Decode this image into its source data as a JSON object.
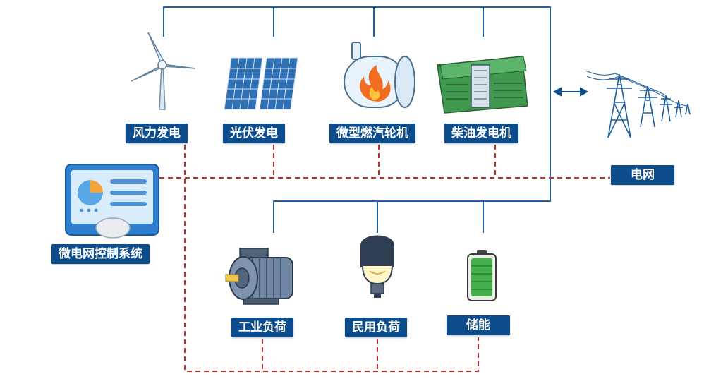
{
  "nodes": {
    "wind": "风力发电",
    "solar": "光伏发电",
    "turbine": "微型燃汽轮机",
    "diesel": "柴油发电机",
    "grid": "电网",
    "controller": "微电网控制系统",
    "industrial": "工业负荷",
    "residential": "民用负荷",
    "storage": "储能"
  },
  "colors": {
    "label_bg": "#0d4d8c",
    "power_line": "#1f5f9f",
    "control_line": "#c0312c"
  },
  "icons": [
    "wind-turbine-icon",
    "solar-panel-icon",
    "gas-turbine-icon",
    "diesel-generator-icon",
    "transmission-tower-icon",
    "control-monitor-icon",
    "electric-motor-icon",
    "light-bulb-icon",
    "battery-icon"
  ]
}
